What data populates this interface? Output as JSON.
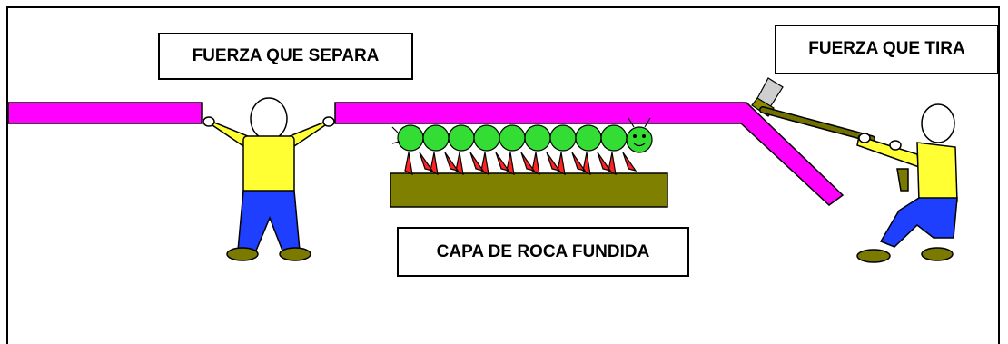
{
  "labels": {
    "separating_force": "FUERZA QUE SEPARA",
    "pulling_force": "FUERZA QUE TIRA",
    "molten_rock_layer": "CAPA DE ROCA FUNDIDA"
  },
  "colors": {
    "plate": "#ff00ff",
    "molten_rock_slab": "#808000",
    "shirt": "#ffff33",
    "pants": "#1f3fff",
    "shoes": "#7a7a00",
    "caterpillar_body": "#33dd33",
    "caterpillar_legs": "#ff2222",
    "rope": "#707000"
  },
  "icons": {
    "left_figure": "person-pushing-plates-icon",
    "right_figure": "person-pulling-rope-icon",
    "caterpillar": "caterpillar-icon",
    "megaphone": "megaphone-icon"
  }
}
